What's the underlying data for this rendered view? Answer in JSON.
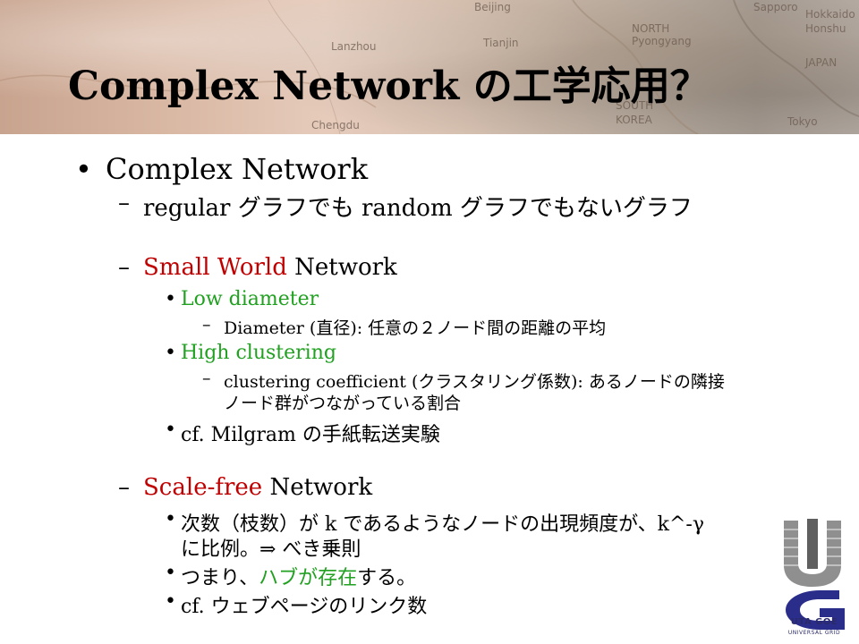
{
  "slide": {
    "title_en": "Complex Network ",
    "title_jp": "の工学応用？"
  },
  "map_labels": [
    "Beijing",
    "NORTH",
    "Pyongyang",
    "Tianjin",
    "Lanzhou",
    "SOUTH",
    "KOREA",
    "Chengdu",
    "Sapporo",
    "Hokkaido",
    "Honshu",
    "JAPAN",
    "Tokyo"
  ],
  "body": {
    "l1": "Complex Network",
    "l1_sub": "regular グラフでも random グラフでもないグラフ",
    "sw_red": "Small World",
    "sw_rest": " Network",
    "low_diameter": "Low diameter",
    "diameter_def": "Diameter (直径): 任意の２ノード間の距離の平均",
    "high_clustering": "High clustering",
    "clustering_def_1": "clustering coefficient (クラスタリング係数): あるノードの隣接",
    "clustering_def_2": "ノード群がつながっている割合",
    "milgram": "cf. Milgram の手紙転送実験",
    "sf_red": "Scale-free",
    "sf_rest": " Network",
    "degree_1": "次数（枝数）が k であるようなノードの出現頻度が、k^-γ",
    "degree_2": "に比例。⇒ べき乗則",
    "hub_pre": "つまり、",
    "hub_green": "ハブが存在",
    "hub_post": "する。",
    "web": "cf. ウェブページのリンク数"
  },
  "logo": {
    "text": "UTA GOE",
    "sub": "UNIVERSAL GRID"
  },
  "colors": {
    "red": "#c00000",
    "green": "#21a021",
    "logo_blue": "#2b2d8a"
  }
}
